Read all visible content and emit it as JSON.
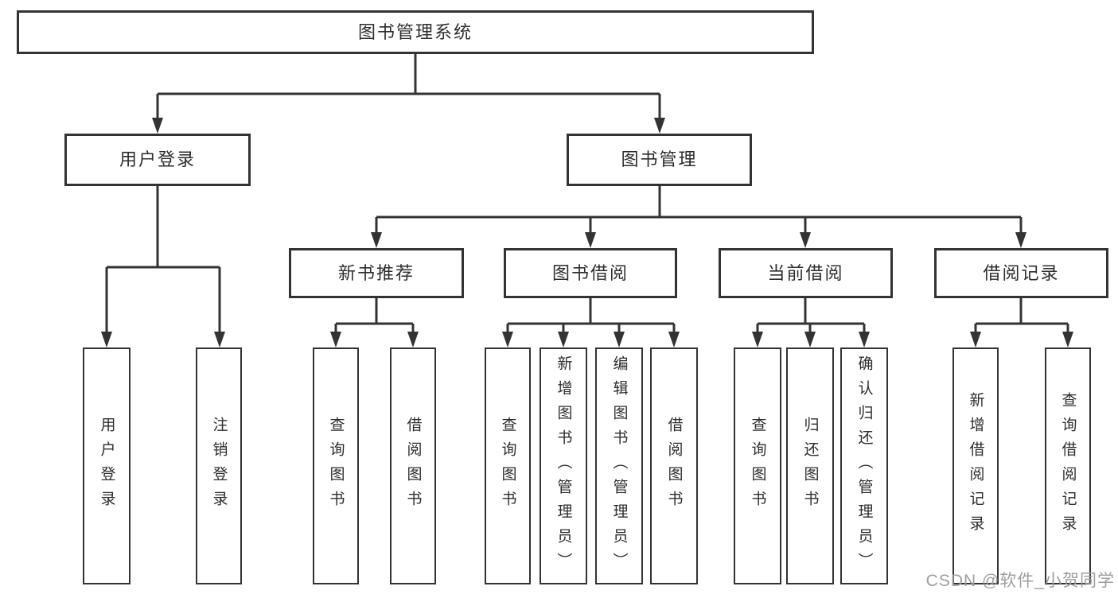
{
  "diagram": {
    "root": {
      "label": "图书管理系统"
    },
    "branches": [
      {
        "label": "用户登录",
        "children": [
          {
            "label": "用户登录"
          },
          {
            "label": "注销登录"
          }
        ]
      },
      {
        "label": "图书管理",
        "children": [
          {
            "label": "新书推荐",
            "children": [
              {
                "label": "查询图书"
              },
              {
                "label": "借阅图书"
              }
            ]
          },
          {
            "label": "图书借阅",
            "children": [
              {
                "label": "查询图书"
              },
              {
                "label": "新增图书（管理员）"
              },
              {
                "label": "编辑图书（管理员）"
              },
              {
                "label": "借阅图书"
              }
            ]
          },
          {
            "label": "当前借阅",
            "children": [
              {
                "label": "查询图书"
              },
              {
                "label": "归还图书"
              },
              {
                "label": "确认归还（管理员）"
              }
            ]
          },
          {
            "label": "借阅记录",
            "children": [
              {
                "label": "新增借阅记录"
              },
              {
                "label": "查询借阅记录"
              }
            ]
          }
        ]
      }
    ]
  },
  "watermark": {
    "text": "CSDN @软件_小贺同学"
  },
  "colors": {
    "line": "#333333",
    "text": "#2d2d2d",
    "box_fill": "#ffffff",
    "background": "#ffffff",
    "watermark": "#9e9e9e"
  }
}
